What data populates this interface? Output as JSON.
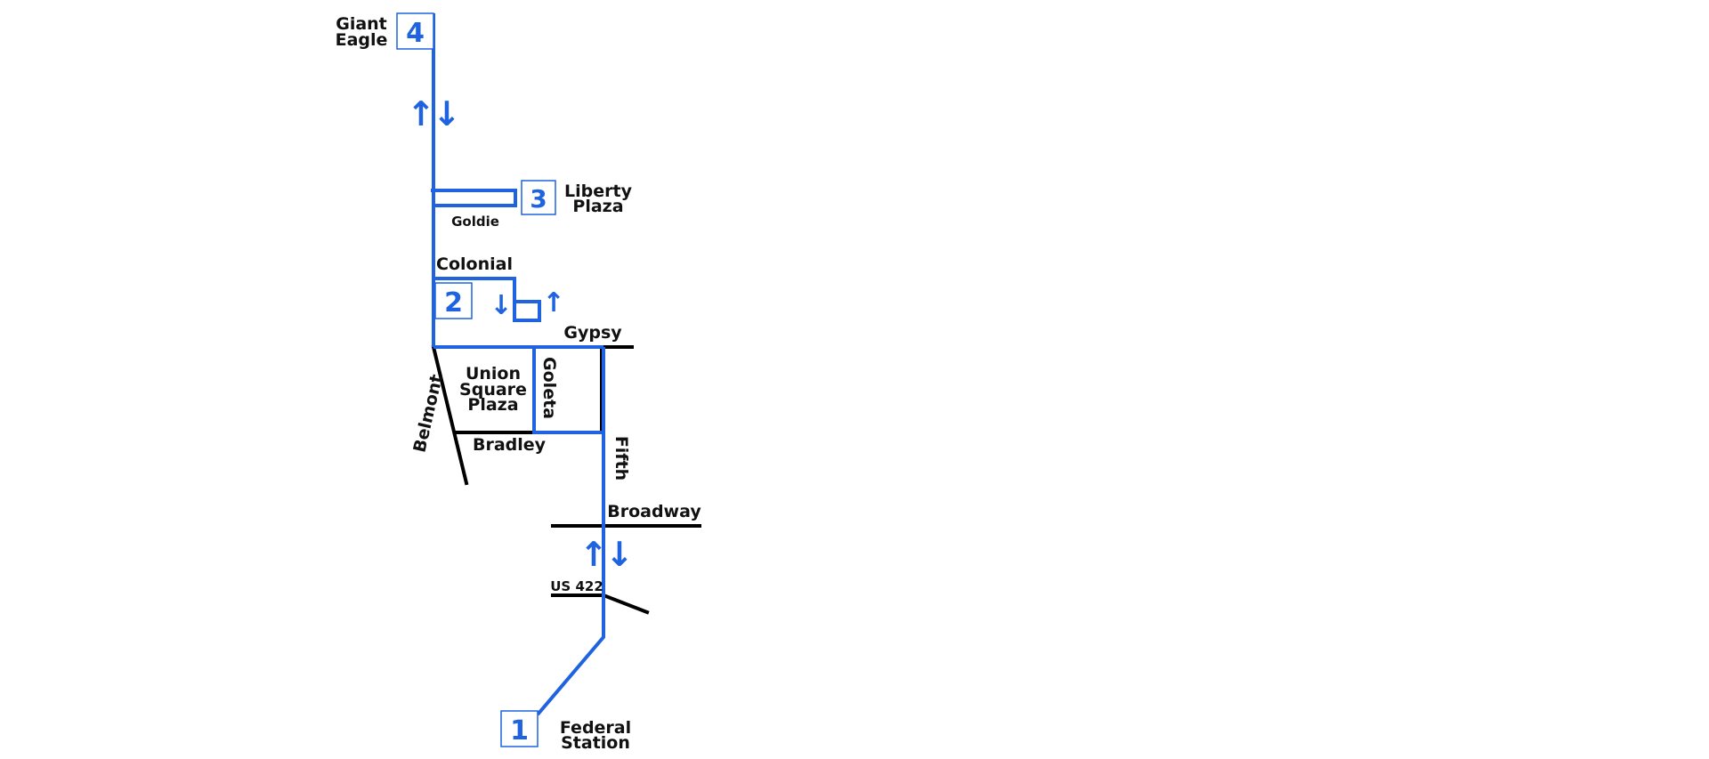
{
  "colors": {
    "route": "#1f63e0",
    "street": "#000000",
    "text": "#111111"
  },
  "stops": [
    {
      "number": "1",
      "name_line1": "Federal",
      "name_line2": "Station"
    },
    {
      "number": "2"
    },
    {
      "number": "3",
      "name_line1": "Liberty",
      "name_line2": "Plaza"
    },
    {
      "number": "4",
      "name_line1": "Giant",
      "name_line2": "Eagle"
    }
  ],
  "streets": {
    "goldie": "Goldie",
    "colonial": "Colonial",
    "gypsy": "Gypsy",
    "goleta": "Goleta",
    "belmont": "Belmont",
    "bradley": "Bradley",
    "fifth": "Fifth",
    "broadway": "Broadway",
    "us422": "US 422"
  },
  "landmark": {
    "line1": "Union",
    "line2": "Square",
    "line3": "Plaza"
  },
  "arrows": {
    "up": "↑",
    "down": "↓"
  }
}
